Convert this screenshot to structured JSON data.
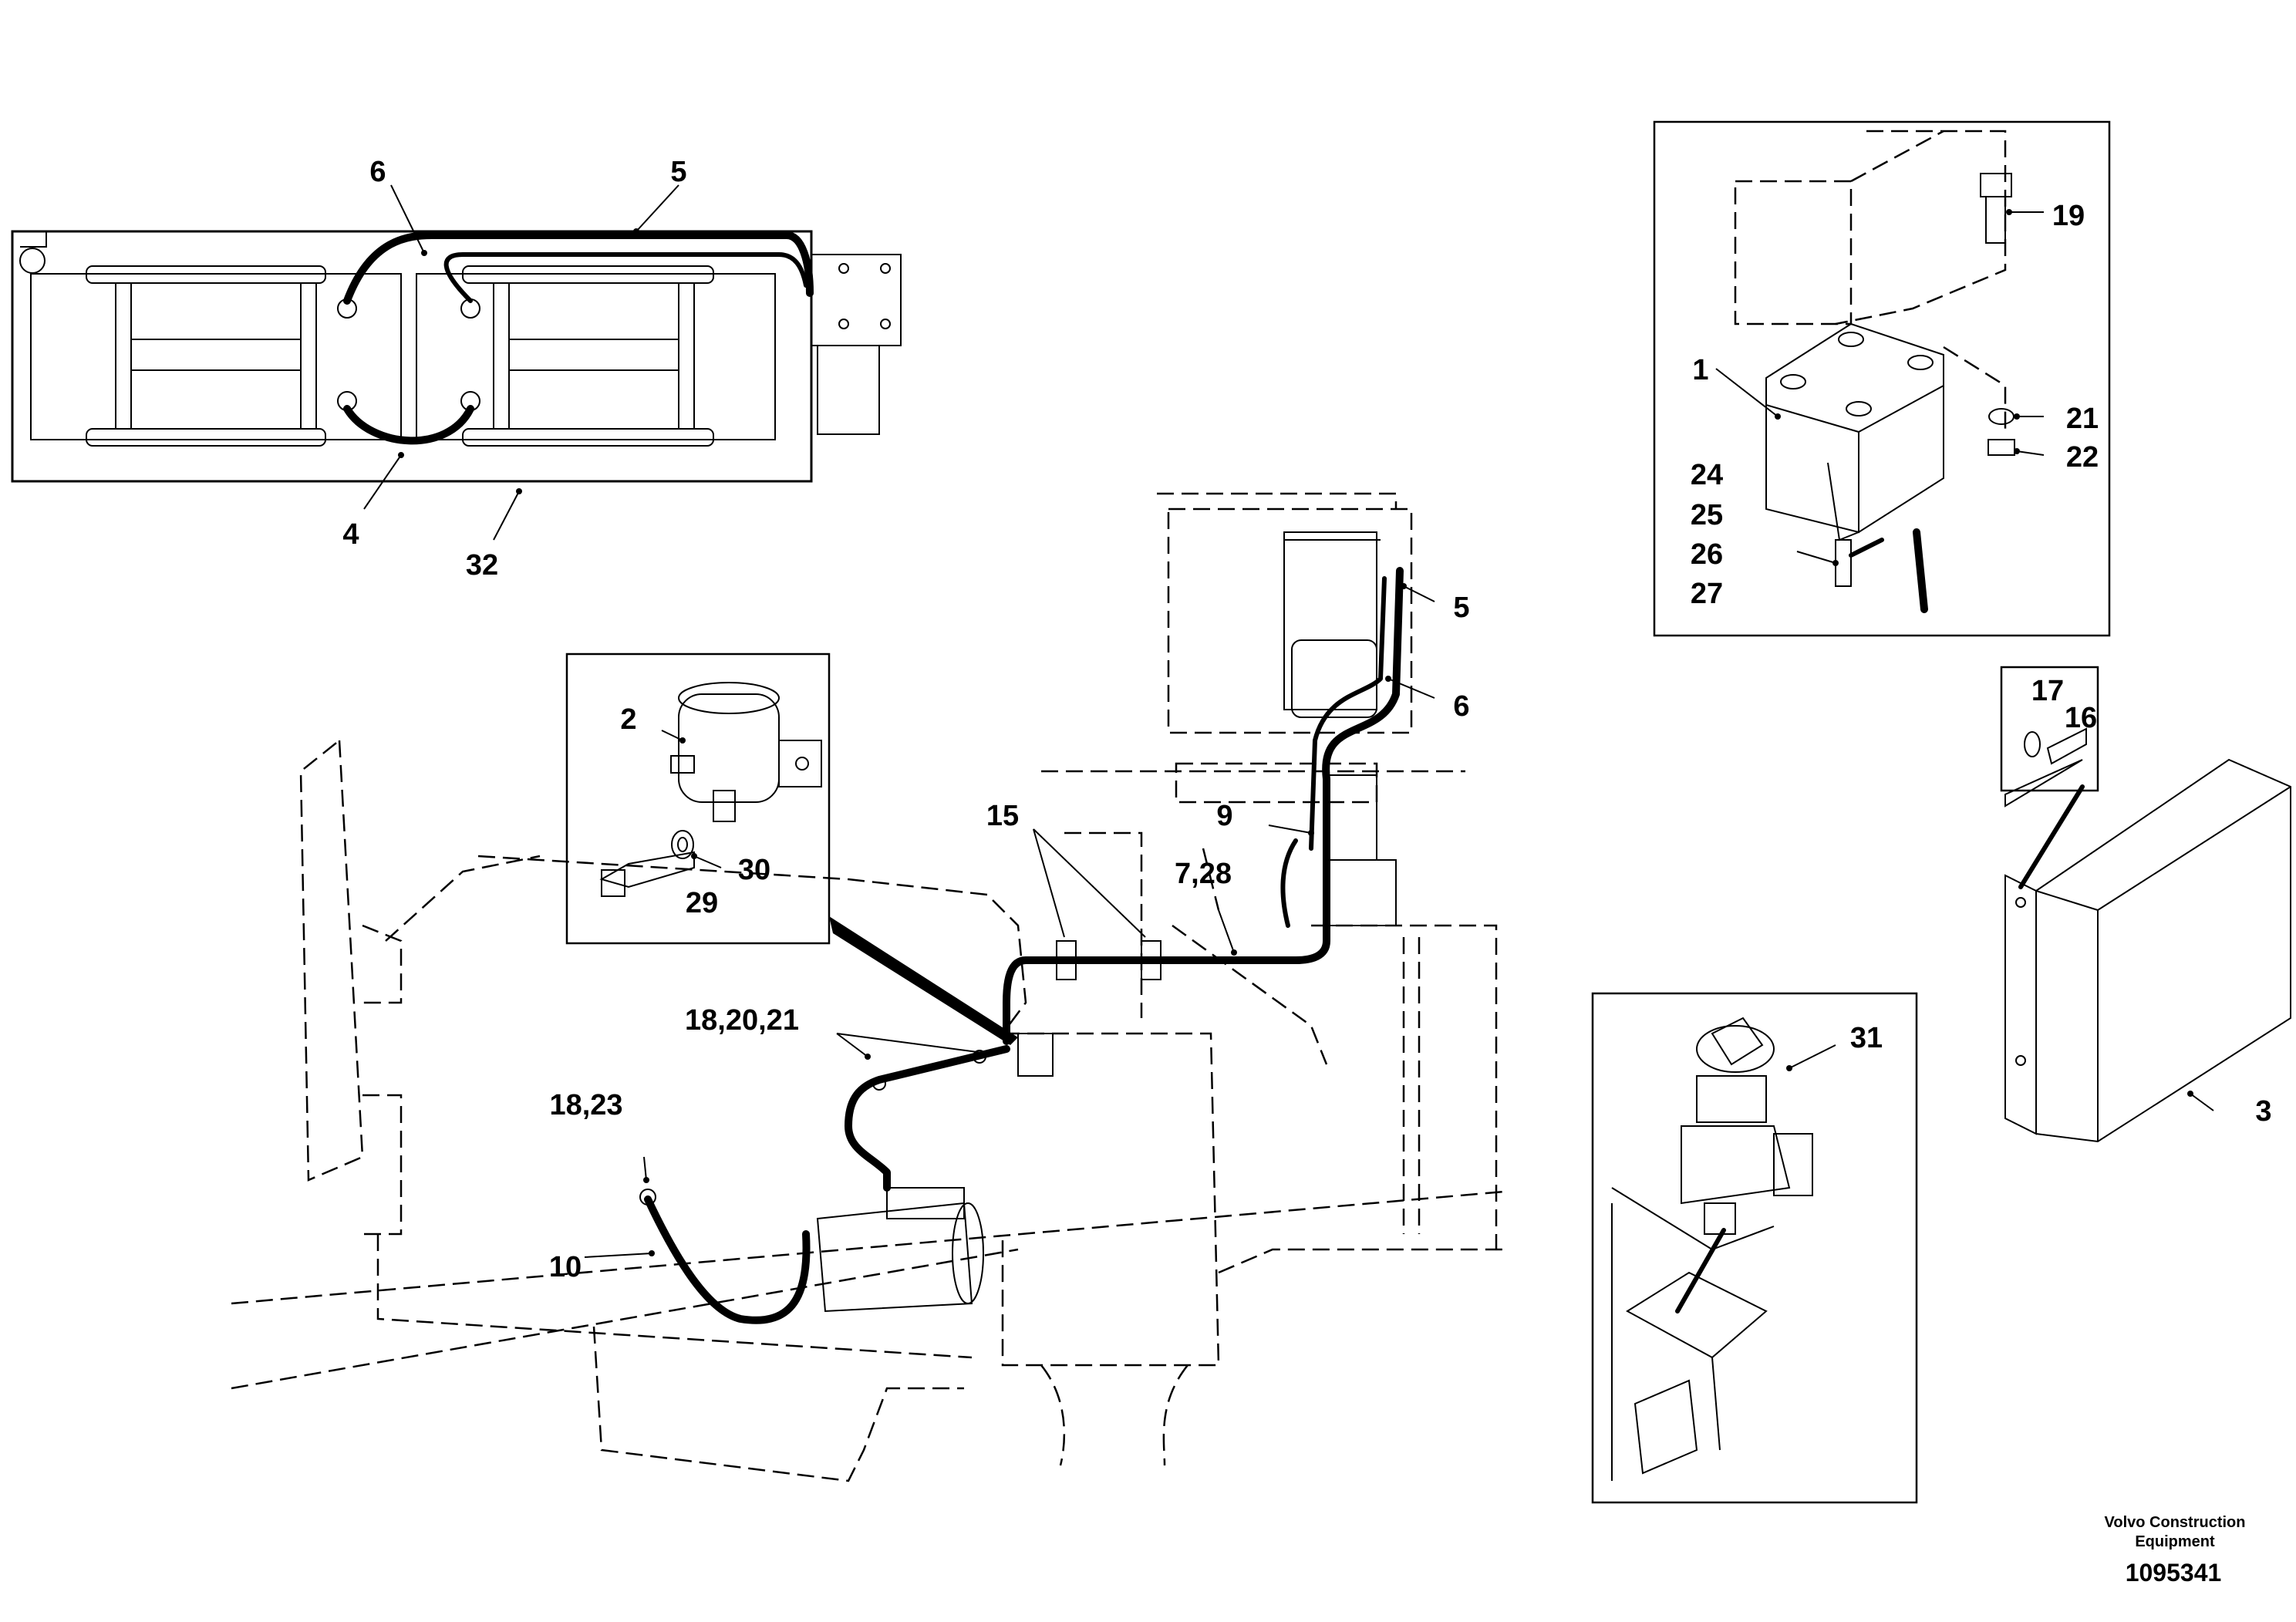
{
  "callouts": {
    "c1": "1",
    "c2": "2",
    "c3": "3",
    "c4": "4",
    "c5_top": "5",
    "c5_mid": "5",
    "c6_top": "6",
    "c6_mid": "6",
    "c7_28": "7,28",
    "c9": "9",
    "c10": "10",
    "c15": "15",
    "c16": "16",
    "c17": "17",
    "c18_20_21": "18,20,21",
    "c18_23": "18,23",
    "c19": "19",
    "c21": "21",
    "c22": "22",
    "c24": "24",
    "c25": "25",
    "c26": "26",
    "c27": "27",
    "c29": "29",
    "c30": "30",
    "c31": "31",
    "c32": "32"
  },
  "footer": {
    "brand_line1": "Volvo Construction",
    "brand_line2": "Equipment",
    "doc_number": "1095341"
  }
}
